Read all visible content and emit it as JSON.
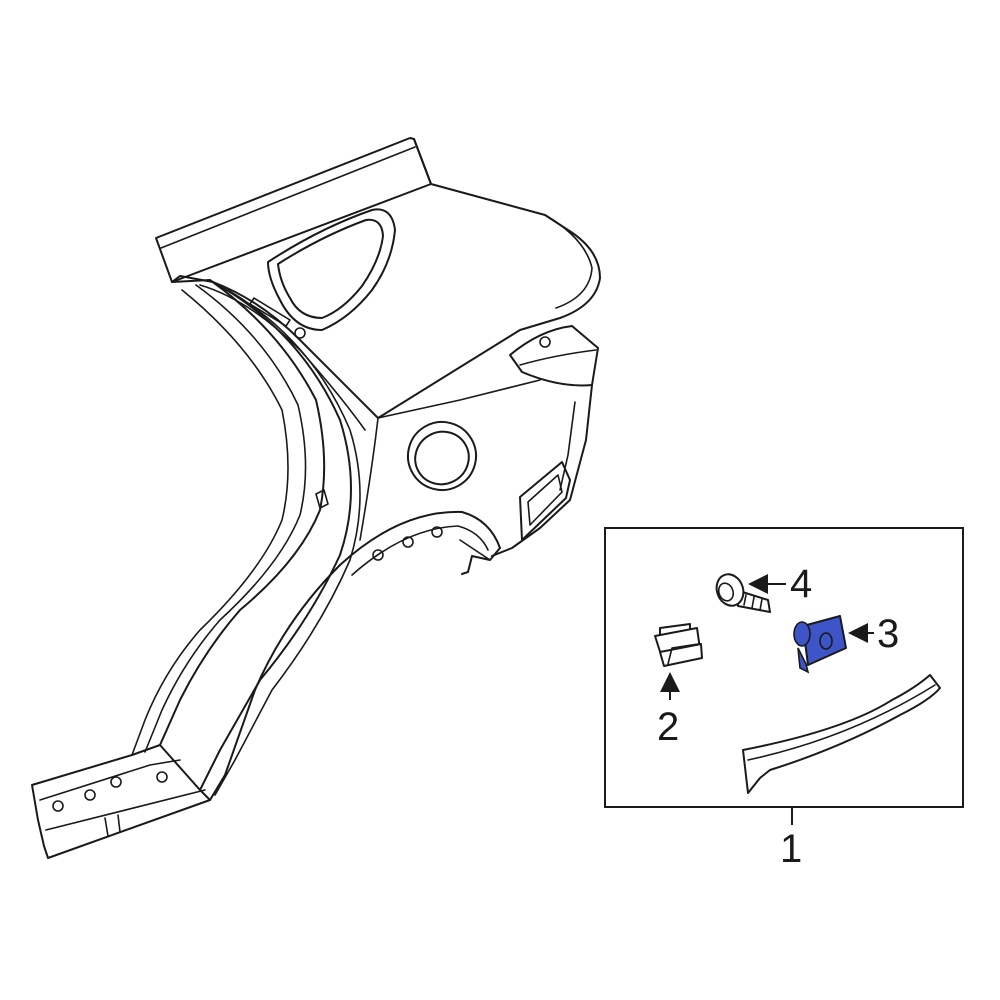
{
  "diagram": {
    "highlight_color": "#3d55c8",
    "callouts": {
      "part_1": "1",
      "part_2": "2",
      "part_3": "3",
      "part_4": "4"
    }
  }
}
